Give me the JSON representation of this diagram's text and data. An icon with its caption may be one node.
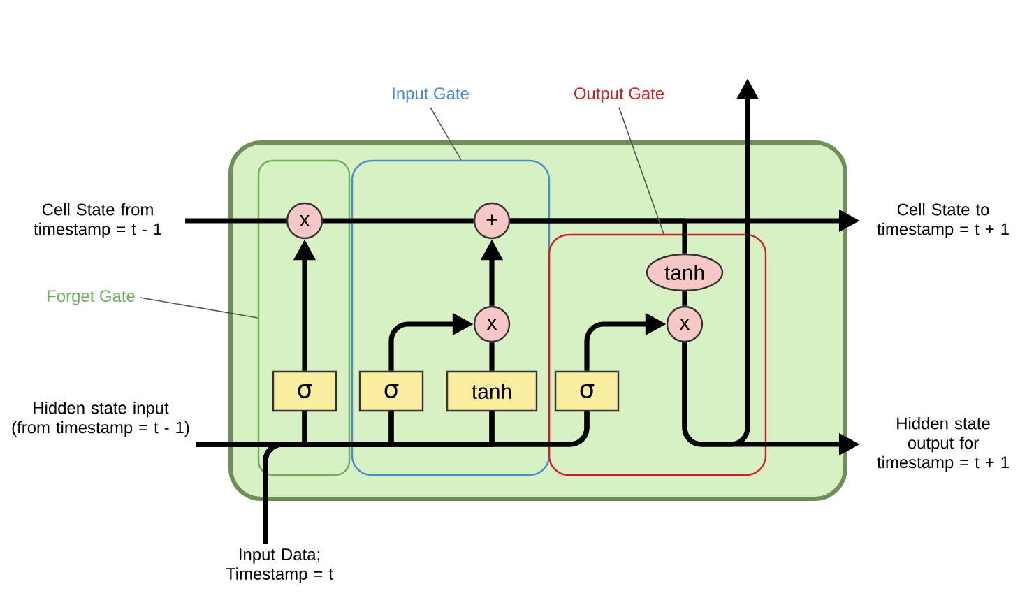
{
  "diagram": {
    "nodes": [
      {
        "text": [],
        "shape": "box"
      },
      {
        "text": [],
        "shape": "box",
        "in": 0
      },
      {
        "text": [],
        "shape": "box",
        "in": 0
      },
      {
        "text": [],
        "shape": "box",
        "in": 0
      },
      {
        "text": [
          "Cell State from timestamp = t - 1"
        ]
      },
      {
        "text": [
          "Input Gate"
        ]
      },
      {
        "text": [
          "Output Gate"
        ]
      },
      {
        "text": [
          "Forget Gate"
        ]
      },
      {
        "text": [
          "x"
        ],
        "in": 1
      },
      {
        "text": [
          "+"
        ],
        "in": 2
      },
      {
        "text": [
          "σ"
        ],
        "in": 1
      },
      {
        "text": [
          "σ"
        ],
        "in": 2
      },
      {
        "text": [
          "tanh"
        ],
        "in": 2
      },
      {
        "text": [
          "x"
        ],
        "in": 2
      },
      {
        "text": [
          "σ"
        ],
        "in": 3
      },
      {
        "text": [
          "x"
        ],
        "in": 3
      },
      {
        "text": [
          "tanh"
        ],
        "in": 3
      },
      {
        "text": [
          "Cell State to timestamp = t + 1"
        ]
      },
      {
        "text": [
          "Hidden state input (from timestamp = t - 1)"
        ]
      },
      {
        "text": [
          "Hidden state output for timestamp = t + 1"
        ]
      },
      {
        "text": [
          "Input Data; Timestamp = t"
        ]
      }
    ],
    "edges": [
      {
        "from": 4,
        "to": 8,
        "arrow": "none"
      },
      {
        "from": 8,
        "to": 9,
        "arrow": "none"
      },
      {
        "from": 9,
        "to": 17,
        "arrow": "to"
      },
      {
        "from": 9,
        "to": 16,
        "arrow": "none"
      },
      {
        "from": 16,
        "to": 15,
        "arrow": "none"
      },
      {
        "from": 15,
        "to": 19,
        "arrow": "to"
      },
      {
        "from": 15,
        "to": null,
        "arrow": "to"
      },
      {
        "from": 18,
        "to": 10,
        "arrow": "none"
      },
      {
        "from": 18,
        "to": 11,
        "arrow": "none"
      },
      {
        "from": 18,
        "to": 12,
        "arrow": "none"
      },
      {
        "from": 18,
        "to": 14,
        "arrow": "none"
      },
      {
        "from": 20,
        "to": 10,
        "arrow": "none"
      },
      {
        "from": 20,
        "to": 11,
        "arrow": "none"
      },
      {
        "from": 20,
        "to": 12,
        "arrow": "none"
      },
      {
        "from": 20,
        "to": 14,
        "arrow": "none"
      },
      {
        "from": 10,
        "to": 8,
        "arrow": "to"
      },
      {
        "from": 11,
        "to": 13,
        "arrow": "to"
      },
      {
        "from": 12,
        "to": 13,
        "arrow": "none"
      },
      {
        "from": 13,
        "to": 9,
        "arrow": "to"
      },
      {
        "from": 14,
        "to": 15,
        "arrow": "to"
      },
      {
        "from": 7,
        "to": 1,
        "arrow": "none",
        "color": "#555555"
      },
      {
        "from": 5,
        "to": 2,
        "arrow": "none",
        "color": "#555555"
      },
      {
        "from": 6,
        "to": 3,
        "arrow": "none",
        "color": "#555555"
      }
    ]
  }
}
